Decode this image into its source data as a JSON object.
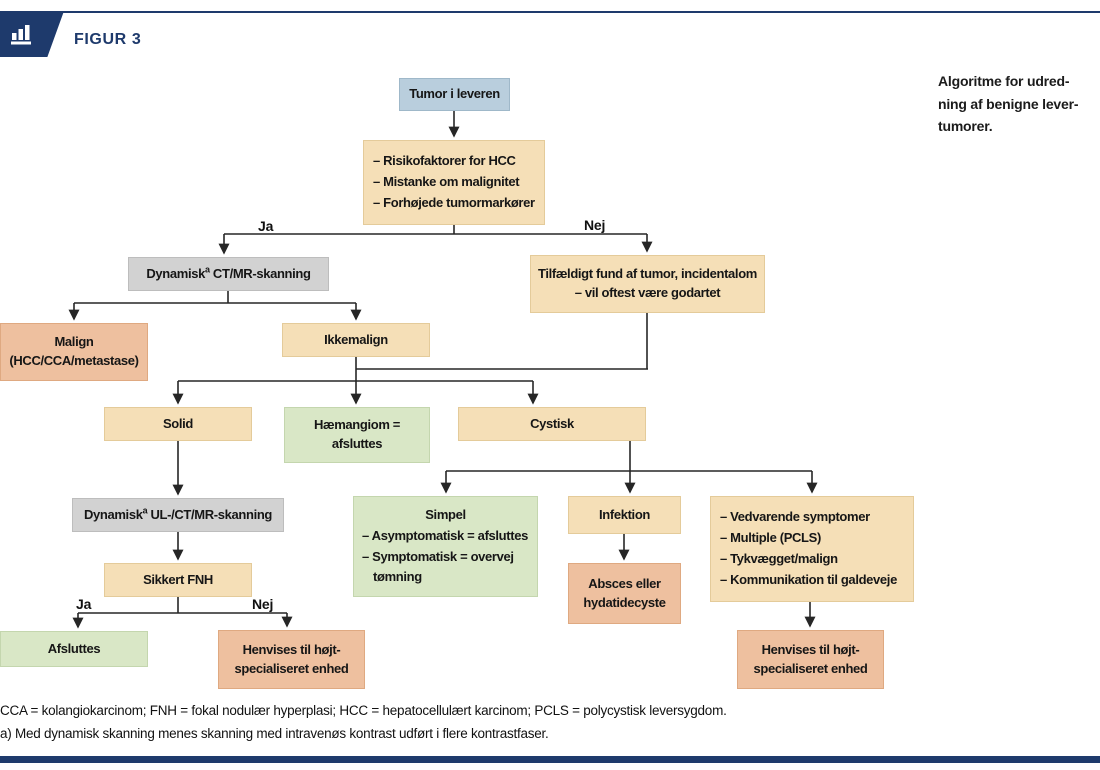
{
  "figure": {
    "label": "FIGUR 3"
  },
  "caption": "Algoritme for udred-\nning af benigne lever-\ntumorer.",
  "labels": {
    "ja": "Ja",
    "nej": "Nej"
  },
  "nodes": {
    "tumor": "Tumor i leveren",
    "risk_items": [
      "– Risikofaktorer for HCC",
      "– Mistanke om malignitet",
      "– Forhøjede tumormarkører"
    ],
    "dynamisk_ct": {
      "pre": "Dynamisk",
      "sup": "a",
      "post": " CT/MR-skanning"
    },
    "tilfaeldigt": "Tilfældigt fund af tumor, incidentalom\n– vil oftest være godartet",
    "malign": "Malign\n(HCC/CCA/metastase)",
    "ikkemalign": "Ikkemalign",
    "solid": "Solid",
    "haemangiom": "Hæmangiom =\nafsluttes",
    "cystisk": "Cystisk",
    "dynamisk_ul": {
      "pre": "Dynamisk",
      "sup": "a",
      "post": " UL-/CT/MR-skanning"
    },
    "sikkert_fnh": "Sikkert FNH",
    "afsluttes": "Afsluttes",
    "henvises_1": "Henvises til højt-\nspecialiseret enhed",
    "simpel_title": "Simpel",
    "simpel_items": [
      "– Asymptomatisk = afsluttes",
      "– Symptomatisk = overvej tømning"
    ],
    "infektion": "Infektion",
    "absces": "Absces eller\nhydatidecyste",
    "vedvarende_items": [
      "– Vedvarende symptomer",
      "– Multiple (PCLS)",
      "– Tykvægget/malign",
      "– Kommunikation til galdeveje"
    ],
    "henvises_2": "Henvises til højt-\nspecialiseret enhed"
  },
  "footnotes": [
    "CCA = kolangiokarcinom; FNH = fokal nodulær hyperplasi; HCC = hepatocellulært karcinom; PCLS = polycystisk leversygdom.",
    "a) Med dynamisk skanning menes skanning med intravenøs kontrast udført i flere kontrastfaser."
  ],
  "colors": {
    "navy": "#1e3a6c",
    "box_blue": "#b9cedd",
    "box_tan": "#f5dfb7",
    "box_green": "#d9e7c6",
    "box_salmon": "#eec09f",
    "box_gray": "#d2d2d2",
    "line": "#262626"
  }
}
